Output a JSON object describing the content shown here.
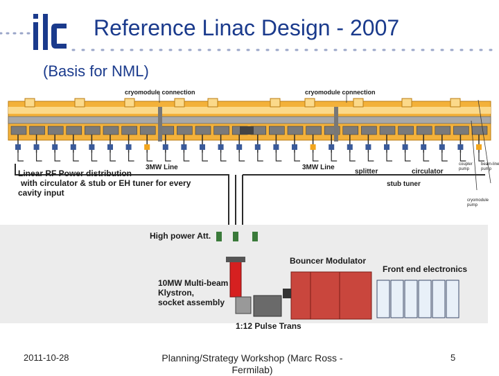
{
  "slide": {
    "title": "Reference Linac Design - 2007",
    "subtitle": "(Basis for NML)",
    "logo_text": "ilc"
  },
  "diagram": {
    "labels": {
      "cryomodule_connection_left": "cryomodule connection",
      "cryomodule_connection_right": "cryomodule connection",
      "rf_distribution": [
        "Linear RF Power distribution",
        "with circulator & stub or EH tuner for every",
        "cavity input"
      ],
      "line_3mw_left": "3MW Line",
      "line_3mw_right": "3MW Line",
      "splitter": "splitter",
      "circulator": "circulator",
      "stub_tuner": "stub tuner",
      "coupler_pump": [
        "coupler",
        "pump"
      ],
      "beamline_pump": [
        "beam-line",
        "pump"
      ],
      "cryomodule_pump": [
        "cryomodule",
        "pump"
      ],
      "high_power_att": "High power Att.",
      "bouncer_modulator": "Bouncer Modulator",
      "front_end_electronics": "Front end electronics",
      "klystron": [
        "10MW Multi-beam",
        "Klystron,",
        "socket assembly"
      ],
      "pulse_trans": "1:12 Pulse Trans"
    },
    "colors": {
      "cryomodule": "#f2a51c",
      "beamline": "#9a9a9a",
      "waveguide": "#2a2a2a",
      "modulator": "#c0392b",
      "electronics": "#e8f0f8",
      "background_panel": "#ebebeb",
      "klystron": "#d62020"
    }
  },
  "footer": {
    "date": "2011-10-28",
    "center": "Planning/Strategy Workshop (Marc Ross - Fermilab)",
    "page": "5"
  }
}
